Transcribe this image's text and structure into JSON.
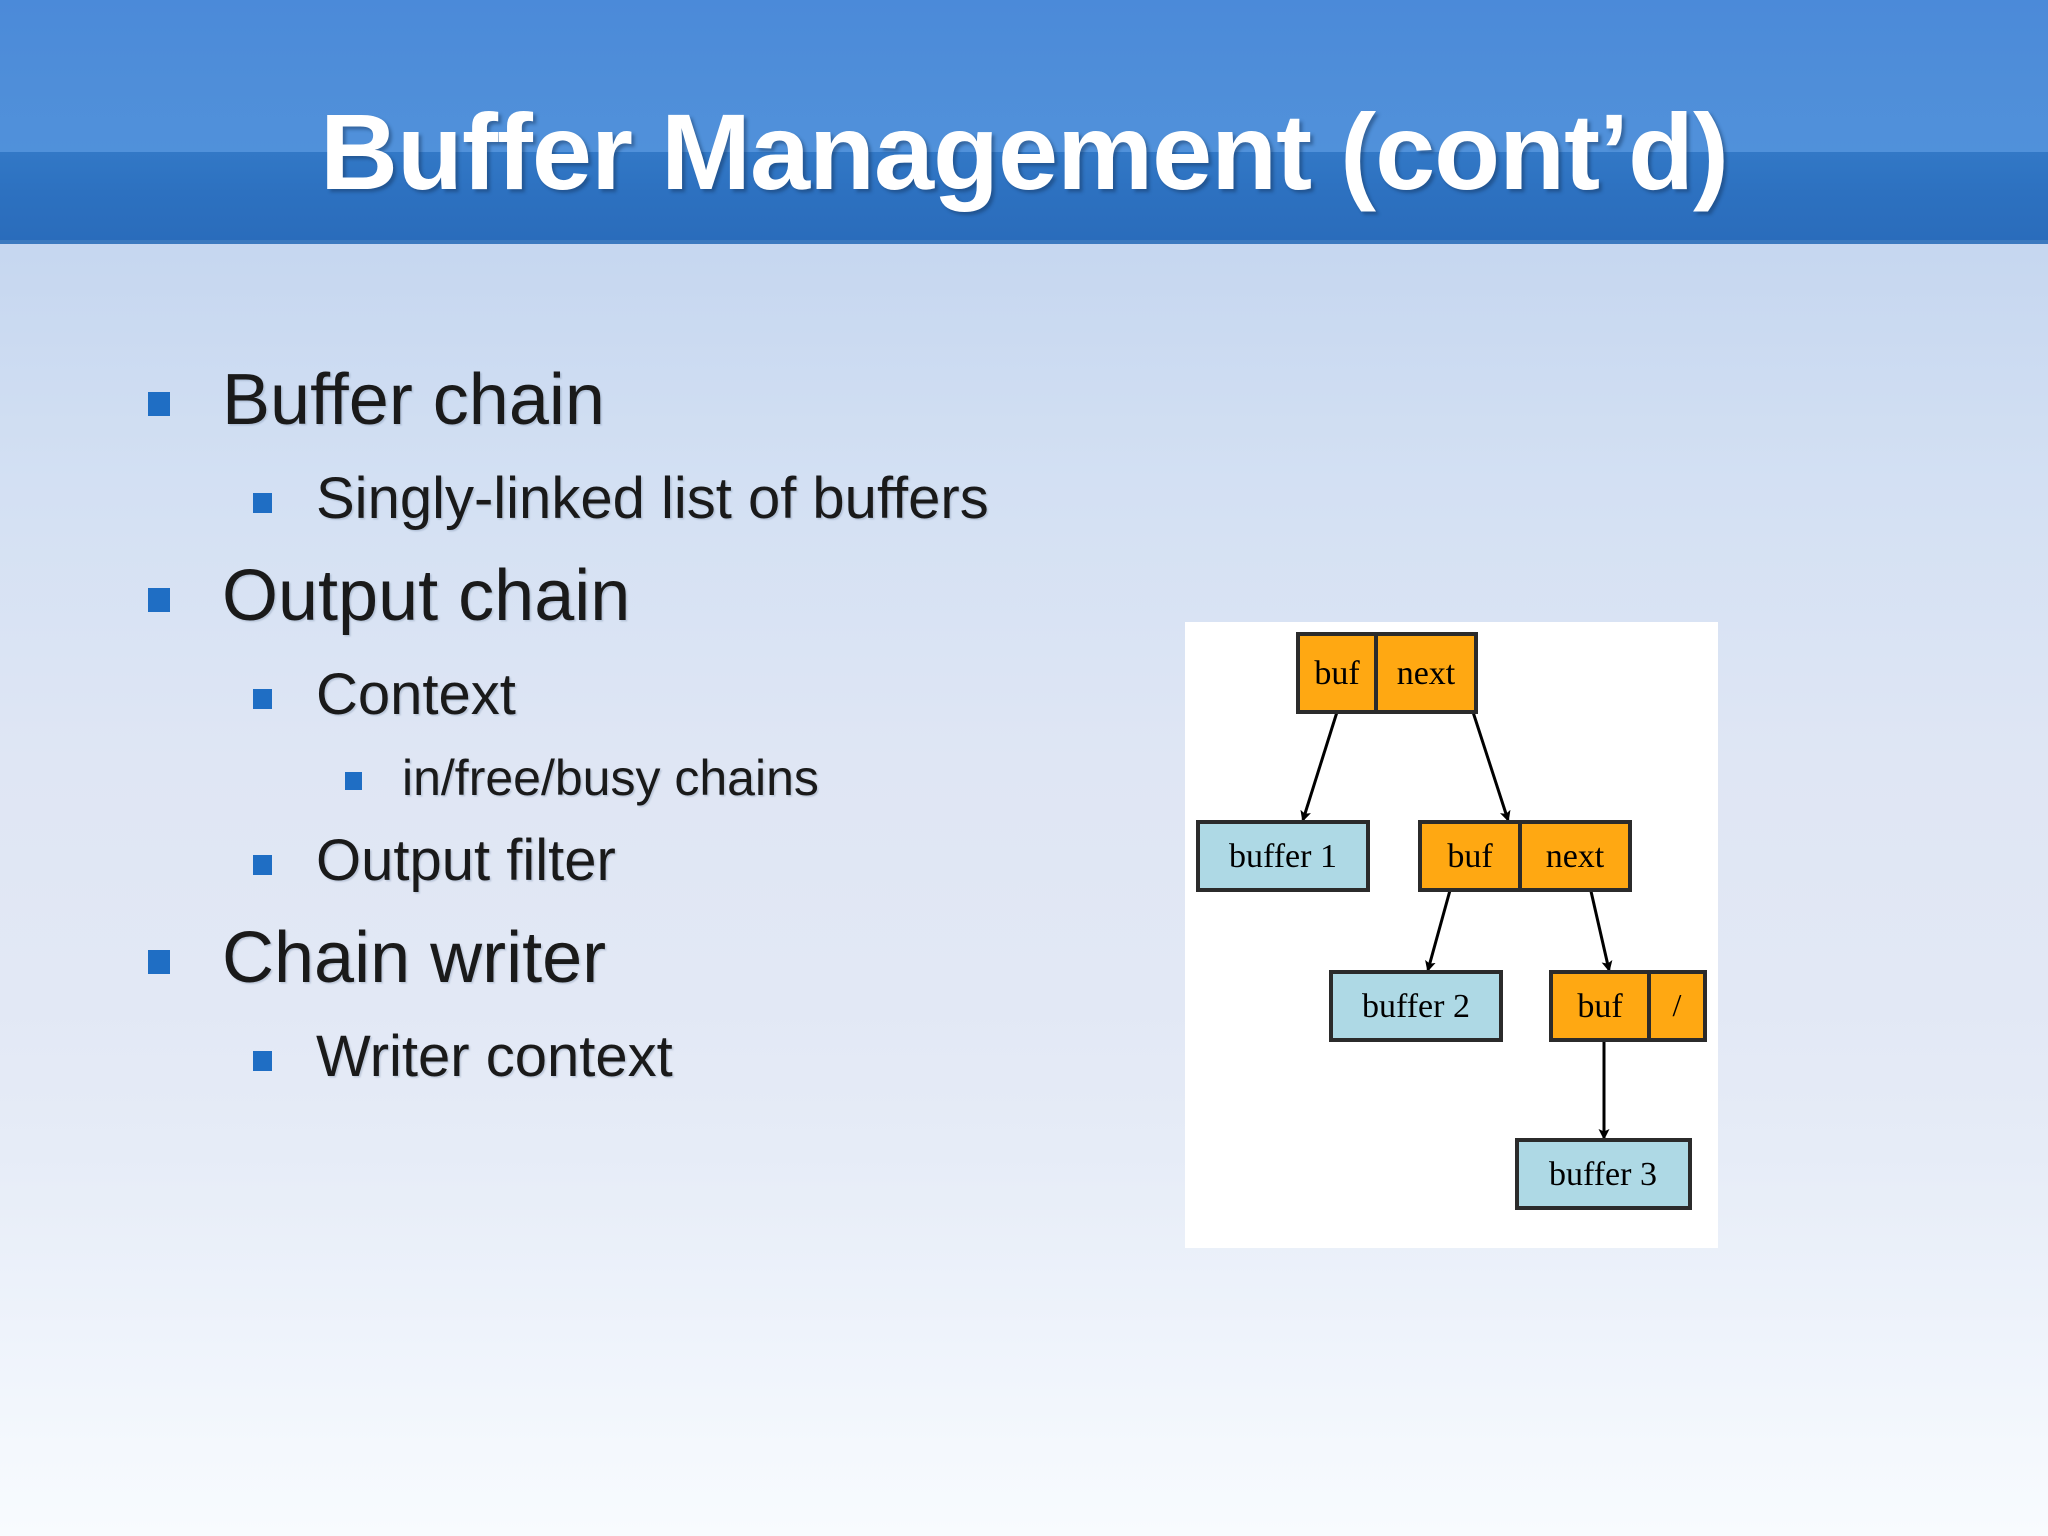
{
  "slide": {
    "title": "Buffer Management (cont’d)",
    "accent_header_top": "#4f8ed9",
    "accent_header_main": "#2d71c0",
    "bullet_color": "#1f6ec4",
    "body_text_color": "#1a1a1a",
    "background_top": "#b3caec",
    "background_bottom": "#f8fbfe"
  },
  "bullets": [
    {
      "level": 1,
      "text": "Buffer chain"
    },
    {
      "level": 2,
      "text": "Singly-linked list of buffers"
    },
    {
      "level": 1,
      "text": "Output chain"
    },
    {
      "level": 2,
      "text": "Context"
    },
    {
      "level": 3,
      "text": "in/free/busy chains"
    },
    {
      "level": 2,
      "text": "Output filter"
    },
    {
      "level": 1,
      "text": "Chain writer"
    },
    {
      "level": 2,
      "text": "Writer context"
    }
  ],
  "diagram": {
    "panel_background": "#ffffff",
    "node_fill_cell": "#ffa812",
    "node_fill_buffer": "#aed9e5",
    "node_stroke": "#2b2b2b",
    "arrow_color": "#000000",
    "nodes": [
      {
        "id": "cell1",
        "kind": "cell",
        "left_label": "buf",
        "right_label": "next"
      },
      {
        "id": "buffer1",
        "kind": "buffer",
        "label": "buffer 1"
      },
      {
        "id": "cell2",
        "kind": "cell",
        "left_label": "buf",
        "right_label": "next"
      },
      {
        "id": "buffer2",
        "kind": "buffer",
        "label": "buffer 2"
      },
      {
        "id": "cell3",
        "kind": "cell",
        "left_label": "buf",
        "right_label": "/"
      },
      {
        "id": "buffer3",
        "kind": "buffer",
        "label": "buffer 3"
      }
    ],
    "edges": [
      {
        "from": "cell1",
        "to": "buffer1"
      },
      {
        "from": "cell1",
        "to": "cell2"
      },
      {
        "from": "cell2",
        "to": "buffer2"
      },
      {
        "from": "cell2",
        "to": "cell3"
      },
      {
        "from": "cell3",
        "to": "buffer3"
      }
    ]
  }
}
